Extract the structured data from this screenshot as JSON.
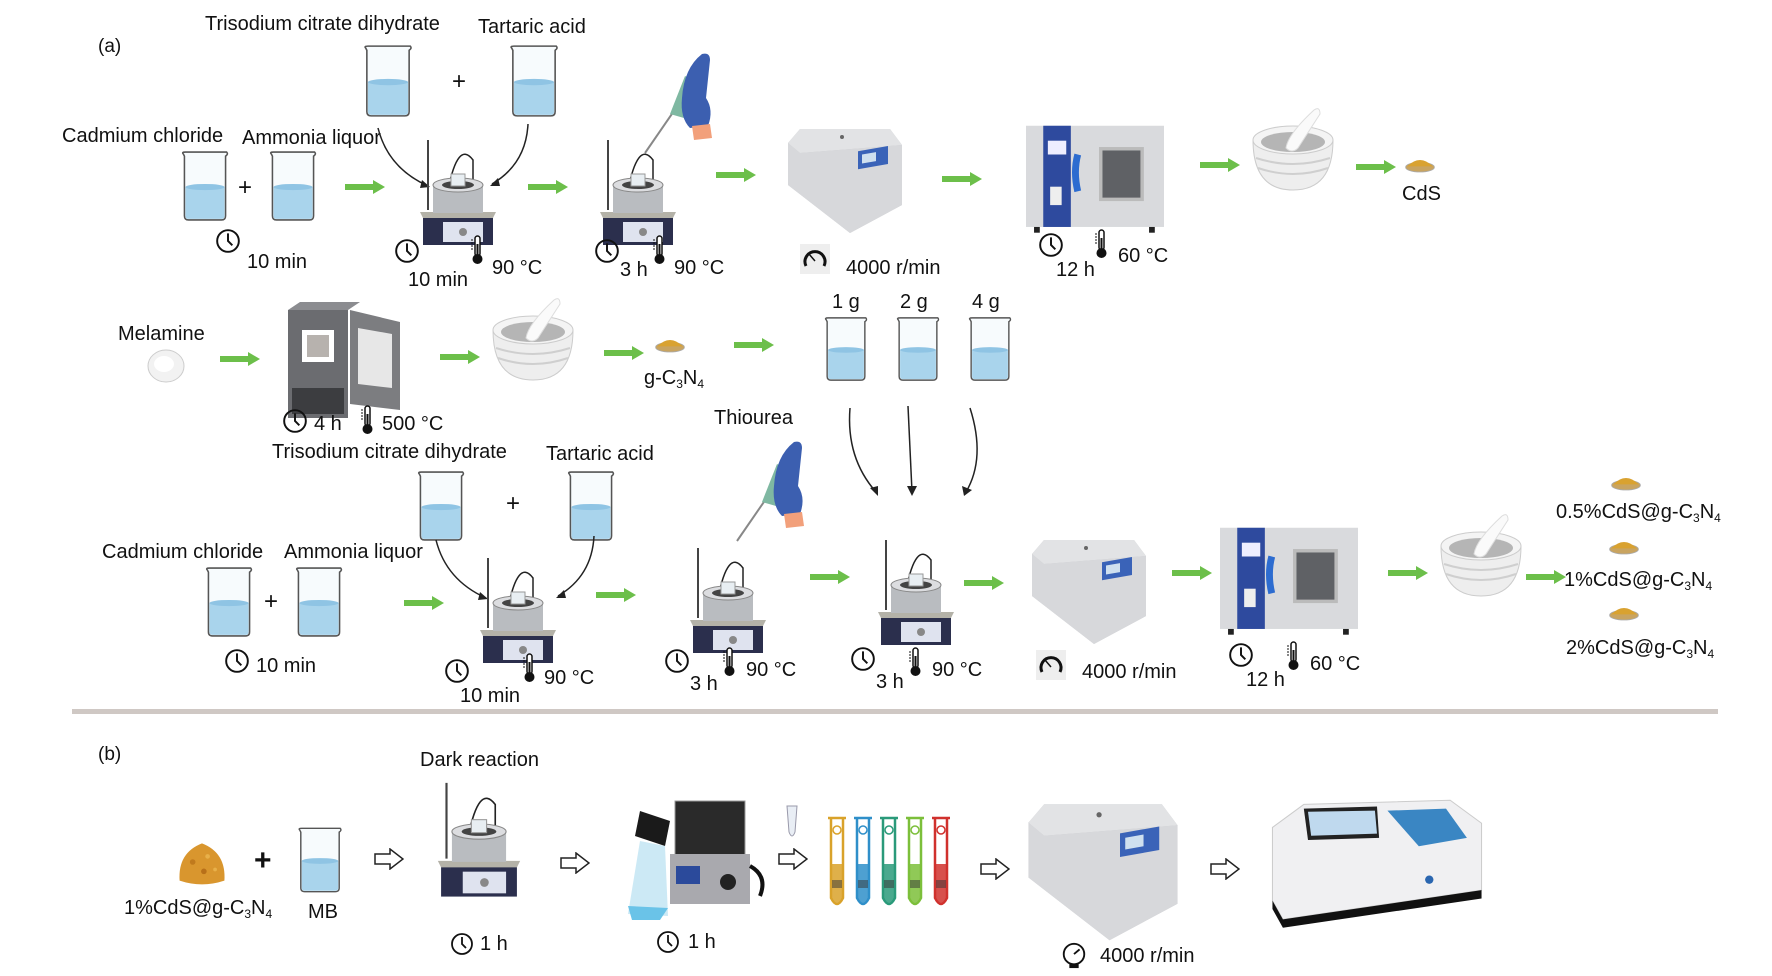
{
  "panels": {
    "a": "(a)",
    "b": "(b)"
  },
  "row1": {
    "reagent_top_left": "Trisodium citrate dihydrate",
    "reagent_top_right": "Tartaric acid",
    "reagent_left_1": "Cadmium chloride",
    "reagent_left_2": "Ammonia liquor",
    "plus": "+",
    "step1_time": "10 min",
    "step2_time": "10 min",
    "step2_temp": "90 °C",
    "step3_time": "3 h",
    "step3_temp": "90 °C",
    "centrifuge_speed": "4000 r/min",
    "oven_time": "12 h",
    "oven_temp": "60 °C",
    "product": "CdS"
  },
  "row2": {
    "precursor": "Melamine",
    "furnace_time": "4 h",
    "furnace_temp": "500 °C",
    "product_prefix": "g-C",
    "product_sub1": "3",
    "product_mid": "N",
    "product_sub2": "4",
    "masses": [
      "1 g",
      "2 g",
      "4 g"
    ],
    "reagent": "Thiourea"
  },
  "row3": {
    "reagent_top_left": "Trisodium citrate dihydrate",
    "reagent_top_right": "Tartaric acid",
    "reagent_left_1": "Cadmium chloride",
    "reagent_left_2": "Ammonia liquor",
    "plus": "+",
    "step1_time": "10 min",
    "step2_time": "10 min",
    "step2_temp": "90 °C",
    "step3_time": "3 h",
    "step3_temp": "90 °C",
    "step4_time": "3 h",
    "step4_temp": "90 °C",
    "centrifuge_speed": "4000 r/min",
    "oven_time": "12 h",
    "oven_temp": "60 °C",
    "products": [
      {
        "prefix": "0.5%CdS@g-C",
        "sub1": "3",
        "mid": "N",
        "sub2": "4"
      },
      {
        "prefix": "1%CdS@g-C",
        "sub1": "3",
        "mid": "N",
        "sub2": "4"
      },
      {
        "prefix": "2%CdS@g-C",
        "sub1": "3",
        "mid": "N",
        "sub2": "4"
      }
    ]
  },
  "rowb": {
    "catalyst_prefix": "1%CdS@g-C",
    "catalyst_sub1": "3",
    "catalyst_mid": "N",
    "catalyst_sub2": "4",
    "plus": "+",
    "dye": "MB",
    "dark_label": "Dark reaction",
    "dark_time": "1 h",
    "light_time": "1 h",
    "centrifuge_speed": "4000 r/min"
  },
  "colors": {
    "arrow_green": "#6cbf4a",
    "liquid_blue": "#a9d4ec",
    "powder": "#d9a230",
    "oven_blue": "#2e4a9e",
    "divider": "#cfc8c4",
    "tubes": [
      "#d9a22a",
      "#2f8fc9",
      "#2a9a7a",
      "#7cbf3a",
      "#d0312d"
    ]
  }
}
